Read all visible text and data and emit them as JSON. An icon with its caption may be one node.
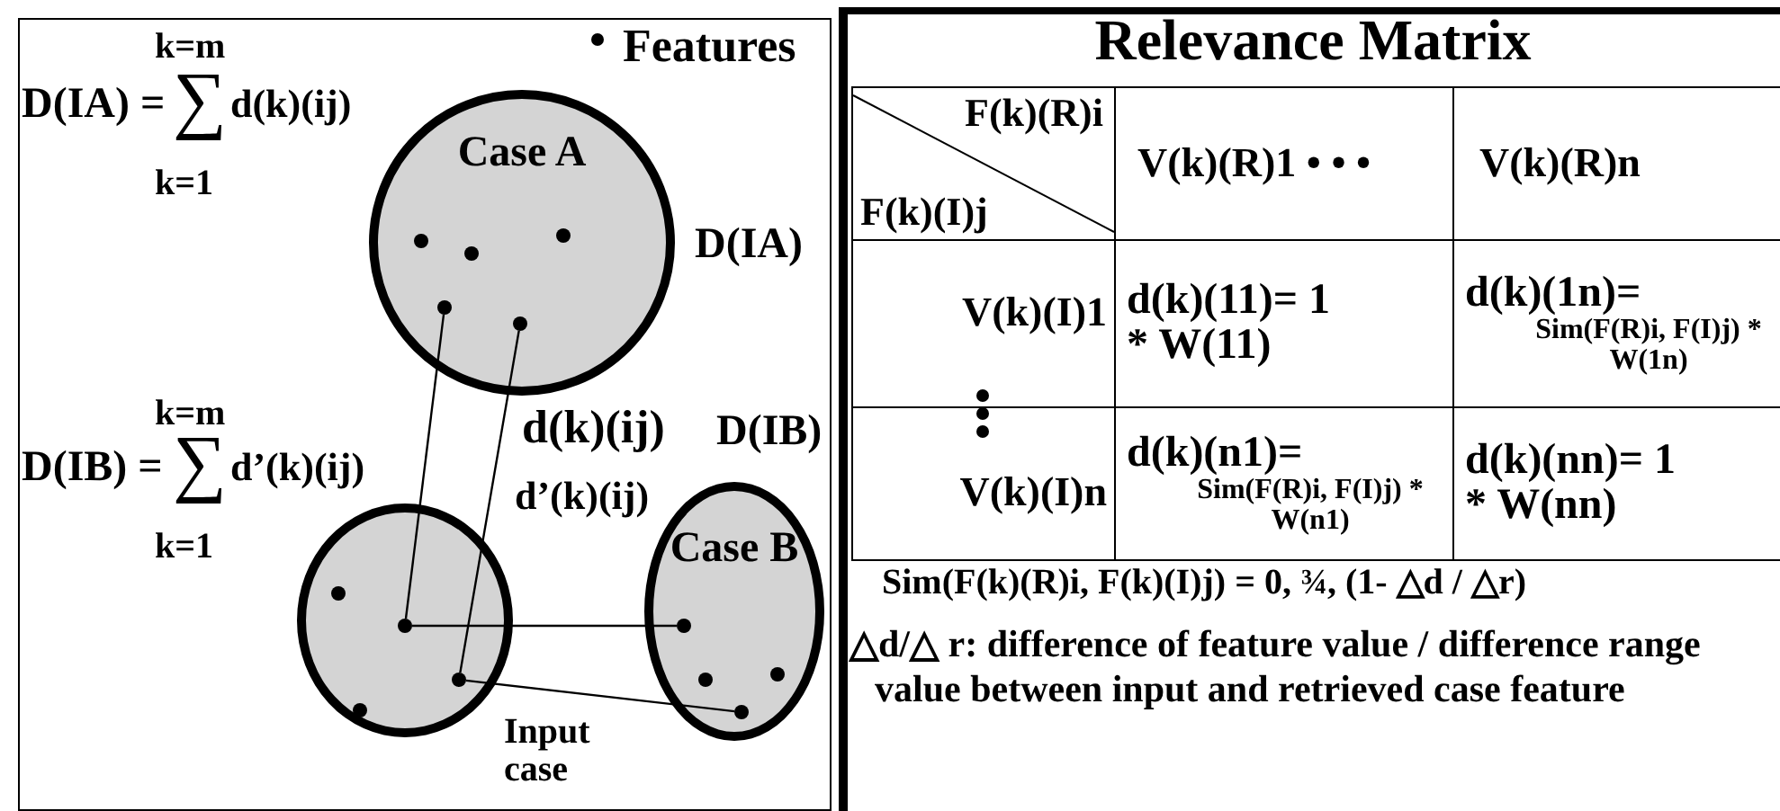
{
  "diagram": {
    "nodes": [
      {
        "text": [
          "Case A"
        ],
        "beside": [
          "D(IA)"
        ]
      },
      {
        "text": [],
        "shape": "circle",
        "in": 0
      },
      {
        "text": [],
        "shape": "circle",
        "in": 0
      },
      {
        "text": [],
        "shape": "circle",
        "in": 0
      },
      {
        "text": [],
        "shape": "circle",
        "in": 0
      },
      {
        "text": [],
        "shape": "circle",
        "in": 0
      },
      {
        "text": [
          "Input case"
        ]
      },
      {
        "text": [],
        "shape": "circle",
        "in": 6
      },
      {
        "text": [],
        "shape": "circle",
        "in": 6
      },
      {
        "text": [],
        "shape": "circle",
        "in": 6
      },
      {
        "text": [],
        "shape": "circle",
        "in": 6
      },
      {
        "text": [
          "Case B"
        ],
        "beside": [
          "D(IB)"
        ]
      },
      {
        "text": [],
        "shape": "circle",
        "in": 11
      },
      {
        "text": [],
        "shape": "circle",
        "in": 11
      },
      {
        "text": [],
        "shape": "circle",
        "in": 11
      },
      {
        "text": [],
        "shape": "circle",
        "in": 11
      }
    ],
    "edges": [
      {
        "from": 4,
        "to": 8,
        "arrow": "none"
      },
      {
        "from": 5,
        "to": 9,
        "arrow": "none"
      },
      {
        "from": 8,
        "to": 12,
        "arrow": "none"
      },
      {
        "from": 9,
        "to": 15,
        "arrow": "none"
      }
    ],
    "labels": [
      "k=m",
      "D(IA) =",
      "∑",
      "d(k)(ij)",
      "k=1",
      "k=m",
      "D(IB) =",
      "∑",
      "d’(k)(ij)",
      "k=1",
      "d(k)(ij)",
      "d’(k)(ij)",
      "Relevance Matrix",
      "F(k)(R)i",
      "F(k)(I)j",
      "V(k)(R)1 • • •",
      "V(k)(R)n",
      "V(k)(I)1",
      "d(k)(11)= 1 * W(11)",
      "d(k)(1n)=",
      "Sim(F(R)i, F(I)j) * W(1n)",
      "V(k)(I)n",
      "d(k)(n1)=",
      "Sim(F(R)i, F(I)j) * W(n1)",
      "d(k)(nn)= 1 * W(nn)",
      "Sim(F(k)(R)i, F(k)(I)j) = 0, ¾, (1- △d / △r)",
      "△d/△ r: difference of feature value / difference range value between input and retrieved case feature"
    ],
    "legend": [
      {
        "text": "Features"
      }
    ]
  }
}
